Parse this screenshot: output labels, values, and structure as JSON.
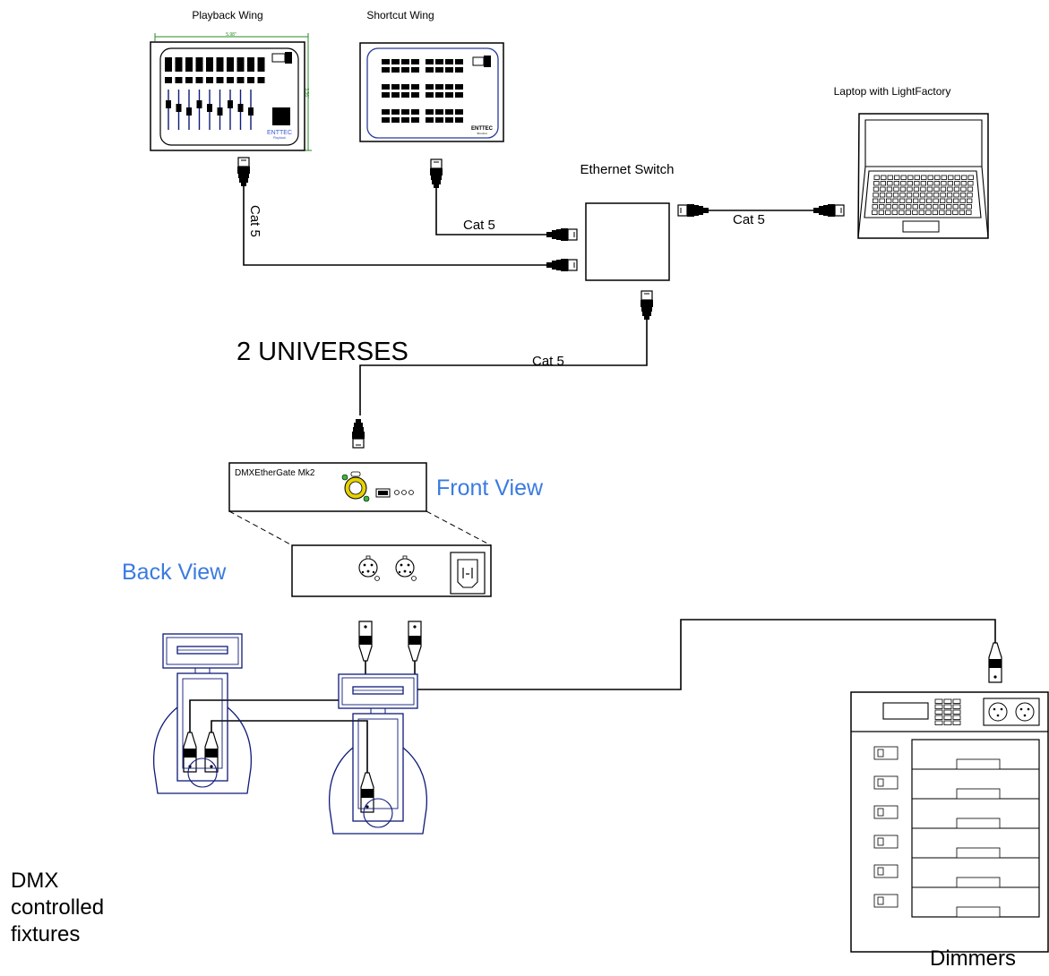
{
  "labels": {
    "playback_wing": "Playback Wing",
    "shortcut_wing": "Shortcut Wing",
    "laptop": "Laptop with LightFactory",
    "ethernet_switch": "Ethernet Switch",
    "universes": "2 UNIVERSES",
    "cable_playback": "Cat 5",
    "cable_shortcut": "Cat 5",
    "cable_laptop": "Cat 5",
    "cable_gate": "Cat 5",
    "gate_name": "DMXEtherGate Mk2",
    "front_view": "Front View",
    "back_view": "Back View",
    "fixtures_line1": "DMX",
    "fixtures_line2": "controlled",
    "fixtures_line3": "fixtures",
    "dimmers": "Dimmers"
  },
  "device_text": {
    "playback_brand": "ENTTEC",
    "playback_model": "Playback",
    "playback_dim_width": "5.98\"",
    "playback_dim_height": "3.56\"",
    "shortcut_brand": "ENTTEC",
    "shortcut_model": "Shortcut"
  },
  "colors": {
    "accent_blue": "#3a7be0",
    "fixture_navy": "#0e1a78",
    "dimension_green": "#2a8a2a",
    "connector_yellow": "#e6d200"
  }
}
